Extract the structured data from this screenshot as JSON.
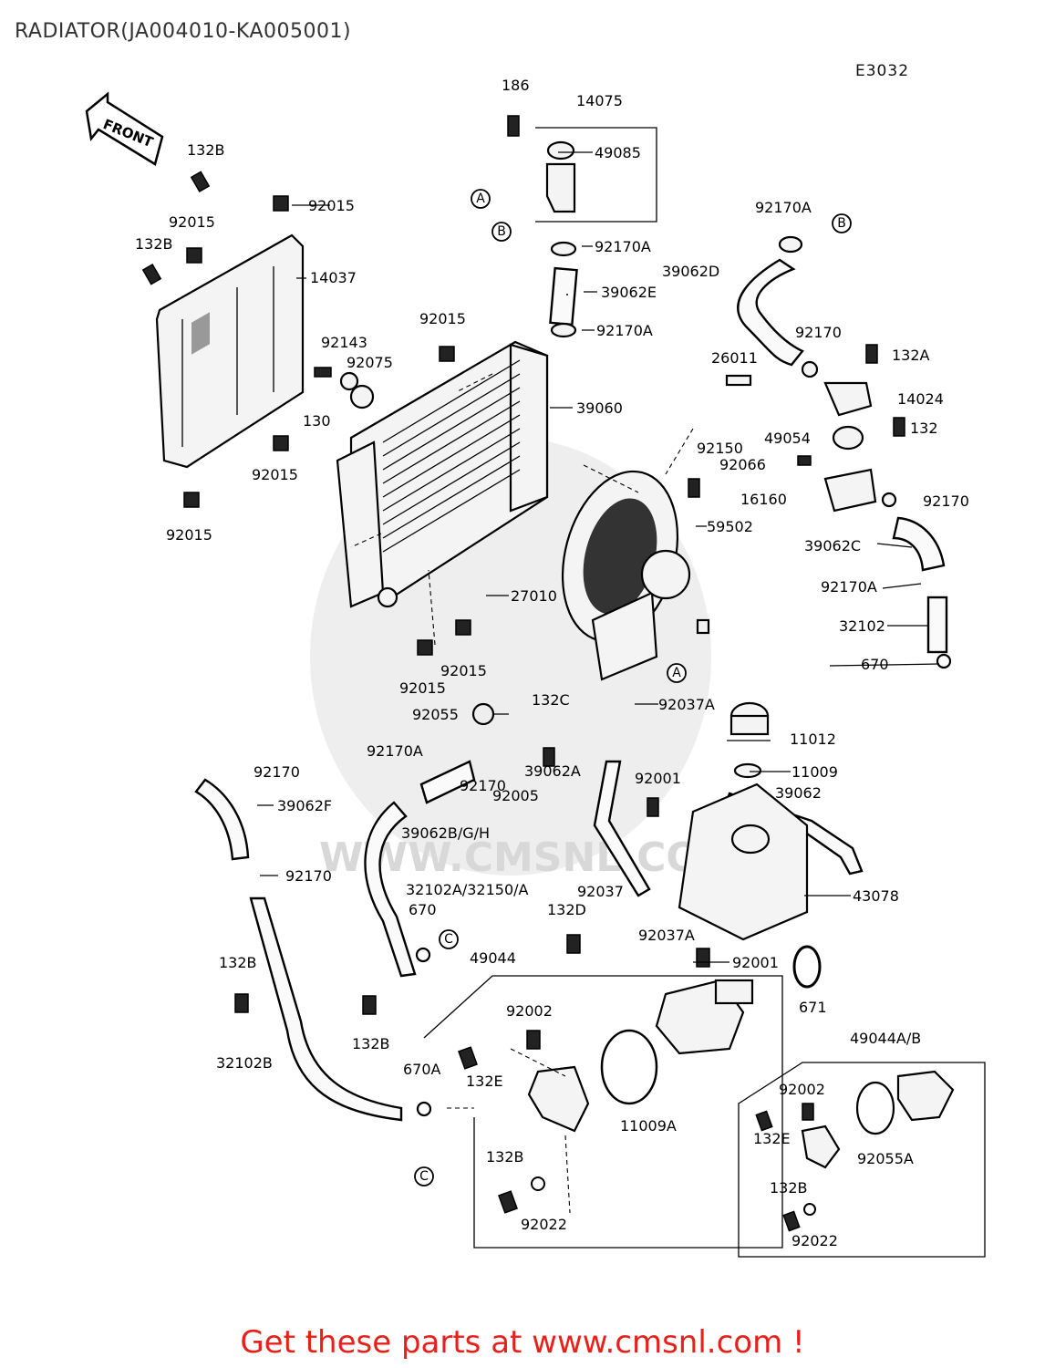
{
  "header": {
    "title": "RADIATOR(JA004010-KA005001)",
    "code": "E3032",
    "front_label": "FRONT"
  },
  "footer": {
    "text": "Get these parts at www.cmsnl.com !"
  },
  "watermark": {
    "text": "WWW.CMSNL.COM"
  },
  "callouts": [
    "A",
    "B",
    "C"
  ],
  "labels": [
    "186",
    "14075",
    "49085",
    "132B",
    "92015",
    "92015",
    "132B",
    "14037",
    "92170A",
    "39062E",
    "92170A",
    "92015",
    "92143",
    "92075",
    "130",
    "92015",
    "92015",
    "39060",
    "92170A",
    "39062D",
    "92170",
    "132A",
    "26011",
    "14024",
    "49054",
    "132",
    "92150",
    "92066",
    "16160",
    "92170",
    "59502",
    "39062C",
    "92170A",
    "32102",
    "670",
    "27010",
    "92015",
    "92015",
    "92055",
    "132C",
    "92037A",
    "11012",
    "11009",
    "92170A",
    "92005",
    "92170",
    "39062A",
    "92001",
    "39062",
    "92170",
    "39062F",
    "39062B/G/H",
    "92170",
    "32102A/32150/A",
    "670",
    "92037",
    "132D",
    "92037A",
    "43078",
    "92001",
    "671",
    "49044",
    "132B",
    "132B",
    "92002",
    "670A",
    "132E",
    "11009A",
    "32102B",
    "132B",
    "92022",
    "49044A/B",
    "92002",
    "132E",
    "92055A",
    "132B",
    "92022"
  ],
  "colors": {
    "footer": "#e8201a",
    "ink": "#000000",
    "watermark": "#cfcfcf"
  }
}
